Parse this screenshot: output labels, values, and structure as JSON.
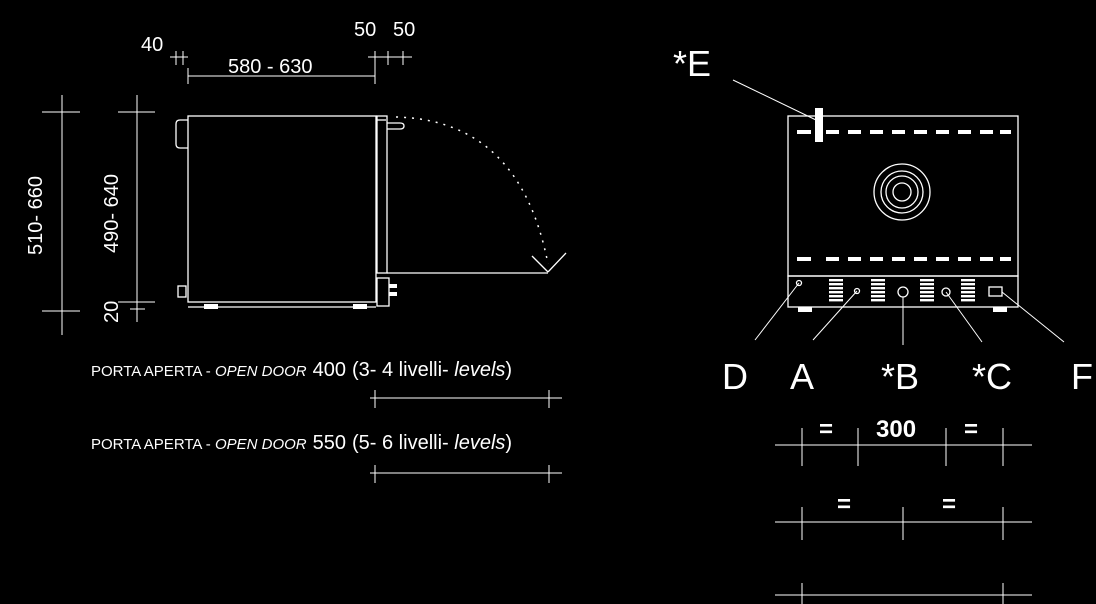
{
  "side_view": {
    "dim_40": "40",
    "dim_50a": "50",
    "dim_50b": "50",
    "dim_width": "580 - 630",
    "dim_height_outer": "510- 660",
    "dim_height_inner": "490- 640",
    "dim_feet": "20"
  },
  "open_door_notes": [
    {
      "prefix": "PORTA APERTA - ",
      "italic": "OPEN DOOR",
      "value": "400",
      "levels_open": "(3- 4 livelli- ",
      "levels_italic": "levels",
      "levels_close": ")"
    },
    {
      "prefix": "PORTA APERTA - ",
      "italic": "OPEN DOOR",
      "value": "550",
      "levels_open": "(5- 6 livelli- ",
      "levels_italic": "levels",
      "levels_close": ")"
    }
  ],
  "rear_view": {
    "labels": {
      "E": "*E",
      "D": "D",
      "A": "A",
      "B": "*B",
      "C": "*C",
      "F": "F"
    },
    "spacing_row1": {
      "left": "=",
      "center": "300",
      "right": "="
    },
    "spacing_row2": {
      "left": "=",
      "right": "="
    }
  }
}
